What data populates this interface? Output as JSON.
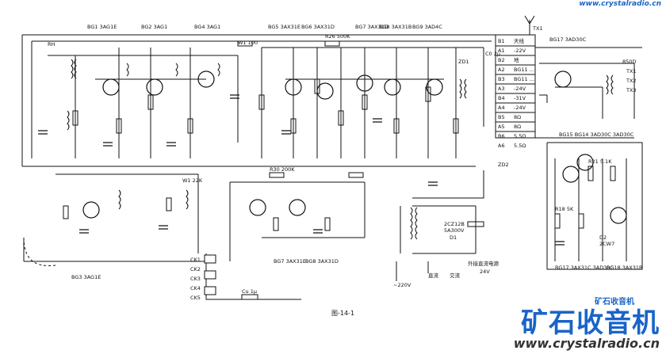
{
  "watermark": {
    "url_top": "www.crystalradio.cn",
    "brand_cn": "矿石收音机",
    "brand_cn_small": "矿石收音机",
    "url_bottom": "www.crystalradio.cn"
  },
  "figure_caption": "图-14-1",
  "transistor_groups": {
    "top": [
      "BG1 3AG1E",
      "BG2 3AG1",
      "BG4 3AG1",
      "BG5 3AX31E",
      "BG6 3AX31D",
      "BG7 3AX31D",
      "BG8 3AX31B",
      "BG9 3AD4C"
    ],
    "left_bottom": "BG3 3AG1E",
    "mid_bottom": [
      "BG7 3AX31E",
      "BG8 3AX31D"
    ],
    "right_top": "BG17 3AD30C",
    "right_group": "BG15 BG14 3AD30C 3AD30C",
    "right_bottom": [
      "BG17 3AX31C 3AD30C",
      "BG18 3AX31B"
    ]
  },
  "labels": {
    "ant": "TX1",
    "diode_d1": "D1",
    "diode_d2": "D2",
    "zd1": "ZD1",
    "zd2": "ZD2",
    "d2_part": "2CW7",
    "psu_diode": "2CZ12B",
    "psu_rating": "5A300V",
    "psu_ac": "~220V",
    "psu_out": "24V",
    "switches": [
      "CK1",
      "CK2",
      "CK3",
      "CK4",
      "CK5"
    ],
    "dc_sel": "直流",
    "ac_sel": "交流",
    "ext_dc": "外接直流电源",
    "connector_pins": [
      "B1",
      "A1",
      "B2",
      "A2",
      "B3",
      "A3",
      "B4",
      "A4",
      "B5",
      "A5",
      "B6",
      "A6"
    ],
    "connector_vals": [
      "天线",
      "-22V",
      "地",
      "BG11 ...",
      "BG11 ...",
      "-24V",
      "-31V",
      "-24V",
      "8Ω",
      "8Ω",
      "5.5Ω",
      "5.5Ω"
    ],
    "right_tx": [
      "TX1",
      "TX2",
      "TX3"
    ],
    "misc": [
      "W1 100",
      "R26 500K",
      "Cu 1μ",
      "R30 200K",
      "RH",
      "850D",
      "C0 2μ",
      "R21 5.1K",
      "R18 5K",
      "W1 22K"
    ]
  }
}
